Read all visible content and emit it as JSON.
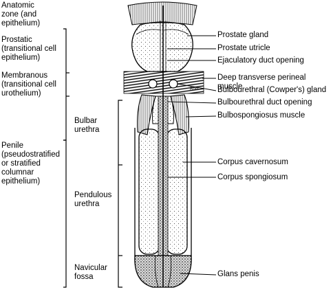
{
  "zones_left": {
    "anatomic": "Anatomic\nzone (and\nepithelium)",
    "prostatic": "Prostatic\n(transitional cell\nepithelium)",
    "membranous": "Membranous\n(transitional cell\nurothelium)",
    "penile": "Penile\n(pseudostratified\nor stratified\ncolumnar\nepithelium)"
  },
  "zones_mid": {
    "bulbar": "Bulbar\nurethra",
    "pendulous": "Pendulous\nurethra",
    "navicular": "Navicular\nfossa"
  },
  "structures": {
    "prostate_gland": "Prostate gland",
    "prostate_utricle": "Prostate utricle",
    "ejaculatory_duct": "Ejaculatory duct opening",
    "deep_transverse": "Deep transverse perineal muscle",
    "bulbourethral_gland": "Bulbourethral (Cowper's) gland",
    "bulbourethral_duct": "Bulbourethral duct opening",
    "bulbospongiosus": "Bulbospongiosus muscle",
    "corpus_cavernosum": "Corpus cavernosum",
    "corpus_spongiosum": "Corpus spongiosum",
    "glans_penis": "Glans penis"
  }
}
